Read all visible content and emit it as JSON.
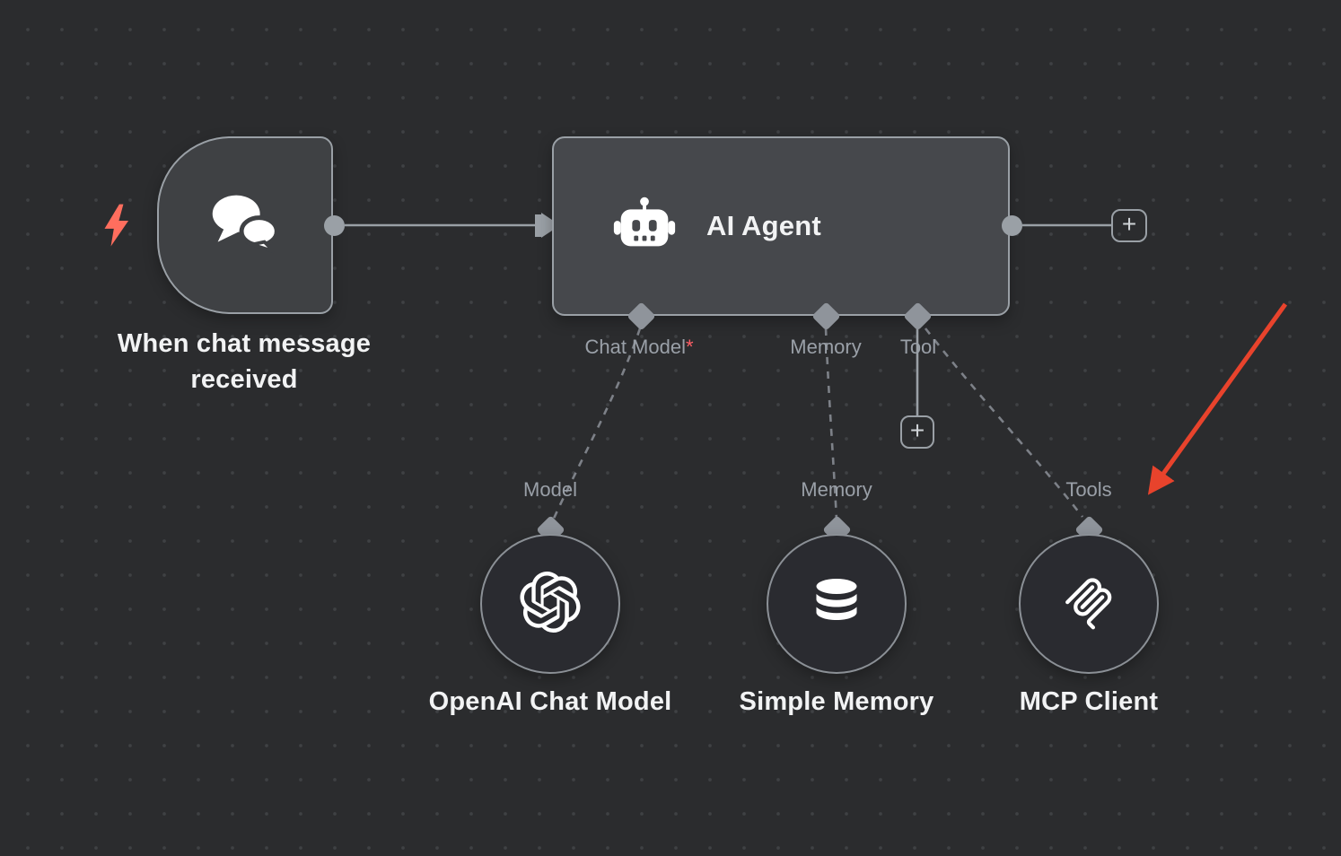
{
  "canvas": {
    "background_color": "#2b2c2e",
    "dot_color": "#3f4144"
  },
  "colors": {
    "node_border": "#9aa0a6",
    "connection_gray": "#9aa0a6",
    "dashed_gray": "#7d8188",
    "label_gray": "#9aa0a8",
    "title_white": "#f2f3f4",
    "bolt_orange": "#ff6e5e",
    "required_red": "#ff5f66",
    "annotation_red": "#e8432c"
  },
  "trigger_node": {
    "title": "When chat message received",
    "icon": "chat-bubbles-icon",
    "trigger_icon": "lightning-bolt-icon"
  },
  "agent_node": {
    "title": "AI Agent",
    "icon": "robot-icon",
    "ports": {
      "chat_model": {
        "label": "Chat Model",
        "required_marker": "*"
      },
      "memory": {
        "label": "Memory"
      },
      "tool": {
        "label": "Tool"
      }
    }
  },
  "sub_nodes": {
    "openai": {
      "port_label": "Model",
      "title": "OpenAI Chat Model",
      "icon": "openai-logo-icon"
    },
    "simple_memory": {
      "port_label": "Memory",
      "title": "Simple Memory",
      "icon": "database-icon"
    },
    "mcp": {
      "port_label": "Tools",
      "title": "MCP Client",
      "icon": "mcp-logo-icon"
    }
  },
  "controls": {
    "add_button_label": "+"
  }
}
